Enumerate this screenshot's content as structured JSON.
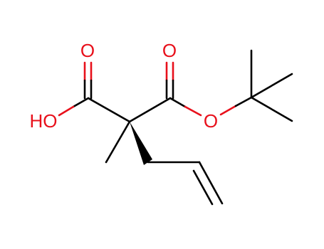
{
  "molecule": {
    "atom_labels": {
      "carbonyl_o_acid": "O",
      "hydroxyl": "HO",
      "carbonyl_o_ester": "O",
      "ester_o": "O"
    },
    "colors": {
      "carbon_bonds": "#000000",
      "oxygen": "#e8101b",
      "background": "#ffffff"
    }
  }
}
